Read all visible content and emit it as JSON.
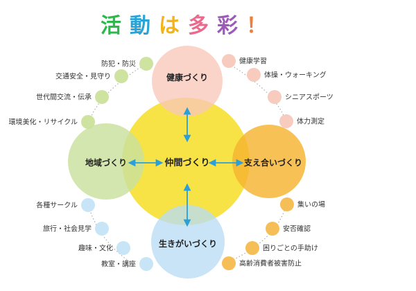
{
  "title": {
    "chars": [
      {
        "char": "活",
        "color": "#2db84a"
      },
      {
        "char": "動",
        "color": "#2aa3d6"
      },
      {
        "char": "は",
        "color": "#f2b418"
      },
      {
        "char": "多",
        "color": "#ea6a8e"
      },
      {
        "char": "彩",
        "color": "#9c5bb8"
      },
      {
        "char": "！",
        "color": "#ee7f3a"
      }
    ]
  },
  "center": {
    "label": "仲間づくり",
    "color": "#f7e23c"
  },
  "circles": {
    "health": {
      "label": "健康づくり",
      "color": "#f8c8b8"
    },
    "region": {
      "label": "地域づくり",
      "color": "#c9e19d"
    },
    "support": {
      "label": "支え合いづくり",
      "color": "#f5b330"
    },
    "purpose": {
      "label": "生きがいづくり",
      "color": "#b8ddf3"
    }
  },
  "colors": {
    "arrow": "#2a9fd8",
    "dots": "#aaaaaa",
    "node_health": "#f7cbbd",
    "node_region": "#cde39f",
    "node_support": "#f6be56",
    "node_purpose": "#c7e5f6"
  },
  "groups": {
    "region": [
      "防犯・防災",
      "交通安全・見守り",
      "世代間交流・伝承",
      "環境美化・リサイクル"
    ],
    "health": [
      "健康学習",
      "体操・ウォーキング",
      "シニアスポーツ",
      "体力測定"
    ],
    "purpose": [
      "各種サークル",
      "旅行・社会見学",
      "趣味・文化",
      "教室・講座"
    ],
    "support": [
      "集いの場",
      "安否確認",
      "困りごとの手助け",
      "高齢消費者被害防止"
    ]
  }
}
